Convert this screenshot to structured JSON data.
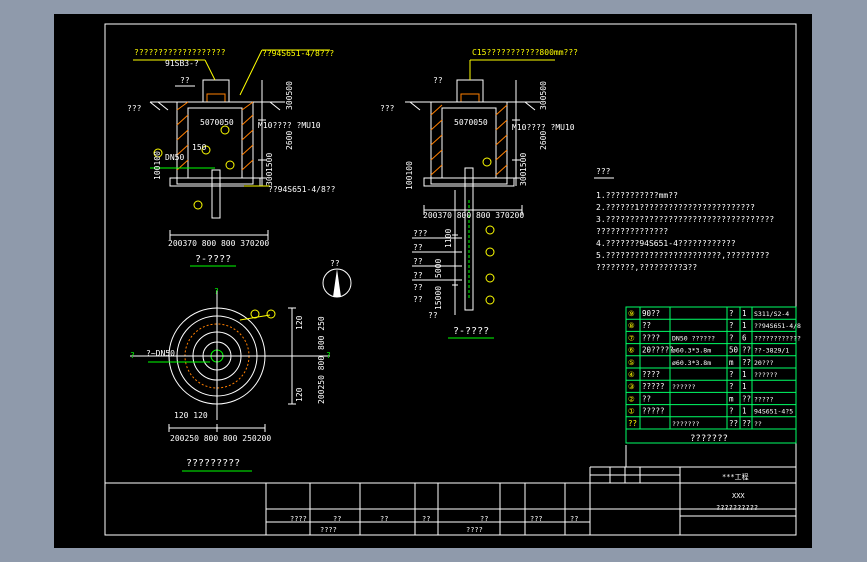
{
  "colors": {
    "workspace": "#8f9aab",
    "sheet": "#000000",
    "line": "#ffffff",
    "label": "#ffff00",
    "leader": "#00ff00",
    "table_line": "#00ff66",
    "hatch": "#ff7f00",
    "pipe": "#ff7f00"
  },
  "section_left": {
    "top_note": "???????????????????",
    "top_note_code": "91SB3-?",
    "top_callout": "??94S651-4/8???",
    "ground_label": "??",
    "ground_left": "???",
    "dim_top": "5070050",
    "wall_note": "M10???? ?MU10",
    "pipe_label": "DN50",
    "pipe_note_pt": "150",
    "bottom_callout": "??94S651-4/8??",
    "side_dim": "100100",
    "v_dims": [
      "300500",
      "2600",
      "1500",
      "300"
    ],
    "bottom_dims": "200370  800    800  370200",
    "caption": "?-????"
  },
  "section_right": {
    "top_note": "C15???????????800mm???",
    "ground_left": "???",
    "ground_label": "??",
    "dim_top": "5070050",
    "wall_note": "M10???? ?MU10",
    "side_dim": "100100",
    "v_dims": [
      "300500",
      "2600",
      "1500",
      "300"
    ],
    "bottom_dims": "200370  800   800  370200",
    "left_labels": [
      "???",
      "??",
      "??",
      "??",
      "??",
      "??",
      "??"
    ],
    "v_dims_left": [
      "1100",
      "5000",
      "15000"
    ],
    "caption": "?-????"
  },
  "north_label": "??",
  "plan": {
    "label_top": "?",
    "label_left": "?",
    "label_right": "?",
    "pipe_label": "?~DN50",
    "dims_right": [
      "120",
      "800 250",
      "200250 800"
    ],
    "dims_right2": [
      "120"
    ],
    "dims_bottom_top": "120           120",
    "dims_bottom": "200250 800  800 250200",
    "caption": "?????????"
  },
  "notes": {
    "title": "???",
    "items": [
      "1.???????????mm??",
      "2.??????1????????????????????????",
      "3.???????????????????????????????????",
      "  ???????????????",
      "4.???????94S651-4????????????",
      "5.????????????????????????,?????????",
      "  ????????,?????????3??"
    ]
  },
  "materials": {
    "rows": [
      {
        "no": "⑨",
        "name": "90??",
        "spec": "",
        "unit": "?",
        "qty": "1",
        "note": "S311/S2-4"
      },
      {
        "no": "⑧",
        "name": "??",
        "spec": "",
        "unit": "?",
        "qty": "1",
        "note": "??94S651-4/8"
      },
      {
        "no": "⑦",
        "name": "????",
        "spec": "DN50    ??????",
        "unit": "?",
        "qty": "6",
        "note": "????????????"
      },
      {
        "no": "⑥",
        "name": "20?????",
        "spec": "ø60.3*3.8m",
        "unit": "50",
        "qty": "??",
        "note": "??-3829/1"
      },
      {
        "no": "⑤",
        "name": "",
        "spec": "ø60.3*3.8m",
        "unit": "m",
        "qty": "??",
        "note": "20???"
      },
      {
        "no": "④",
        "name": "????",
        "spec": "",
        "unit": "?",
        "qty": "1",
        "note": "??????"
      },
      {
        "no": "③",
        "name": "?????",
        "spec": "??????",
        "unit": "?",
        "qty": "1",
        "note": ""
      },
      {
        "no": "②",
        "name": "??",
        "spec": "",
        "unit": "m",
        "qty": "??",
        "note": "?????"
      },
      {
        "no": "①",
        "name": "?????",
        "spec": "",
        "unit": "?",
        "qty": "1",
        "note": "94S651-4?5"
      },
      {
        "no": "??",
        "name": "",
        "spec": "???????",
        "unit": "??",
        "qty": "??",
        "note": "??"
      }
    ],
    "caption": "???????"
  },
  "title_block": {
    "project": "***工程",
    "drawing": "XXX",
    "drawing_sub": "??????????",
    "bottom_cells": [
      "????",
      "??",
      "??",
      "????",
      "??",
      "??",
      "????",
      "???",
      "??"
    ]
  }
}
